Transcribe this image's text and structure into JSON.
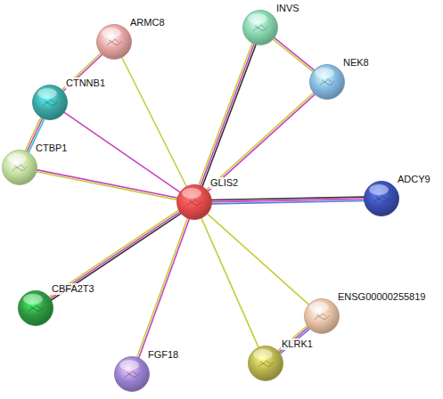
{
  "diagram": {
    "nodes": [
      {
        "text": [
          "ARMC8"
        ]
      },
      {
        "text": [
          "INVS"
        ]
      },
      {
        "text": [
          "NEK8"
        ]
      },
      {
        "text": [
          "CTNNB1"
        ]
      },
      {
        "text": [
          "CTBP1"
        ]
      },
      {
        "text": [
          "GLIS2"
        ]
      },
      {
        "text": [
          "ADCY9"
        ]
      },
      {
        "text": [
          "CBFA2T3"
        ]
      },
      {
        "text": [
          "ENSG00000255819"
        ]
      },
      {
        "text": [
          "KLRK1"
        ]
      },
      {
        "text": [
          "FGF18"
        ]
      }
    ],
    "edges": [
      {
        "from": 0,
        "to": 3,
        "arrow": "none"
      },
      {
        "from": 0,
        "to": 5,
        "arrow": "none"
      },
      {
        "from": 1,
        "to": 2,
        "arrow": "none"
      },
      {
        "from": 1,
        "to": 5,
        "arrow": "none"
      },
      {
        "from": 2,
        "to": 5,
        "arrow": "none"
      },
      {
        "from": 3,
        "to": 4,
        "arrow": "none"
      },
      {
        "from": 3,
        "to": 5,
        "arrow": "none"
      },
      {
        "from": 4,
        "to": 5,
        "arrow": "none"
      },
      {
        "from": 5,
        "to": 6,
        "arrow": "none"
      },
      {
        "from": 5,
        "to": 7,
        "arrow": "none"
      },
      {
        "from": 5,
        "to": 10,
        "arrow": "none"
      },
      {
        "from": 5,
        "to": 9,
        "arrow": "none"
      },
      {
        "from": 5,
        "to": 8,
        "arrow": "none"
      },
      {
        "from": 8,
        "to": 9,
        "arrow": "none"
      }
    ]
  }
}
